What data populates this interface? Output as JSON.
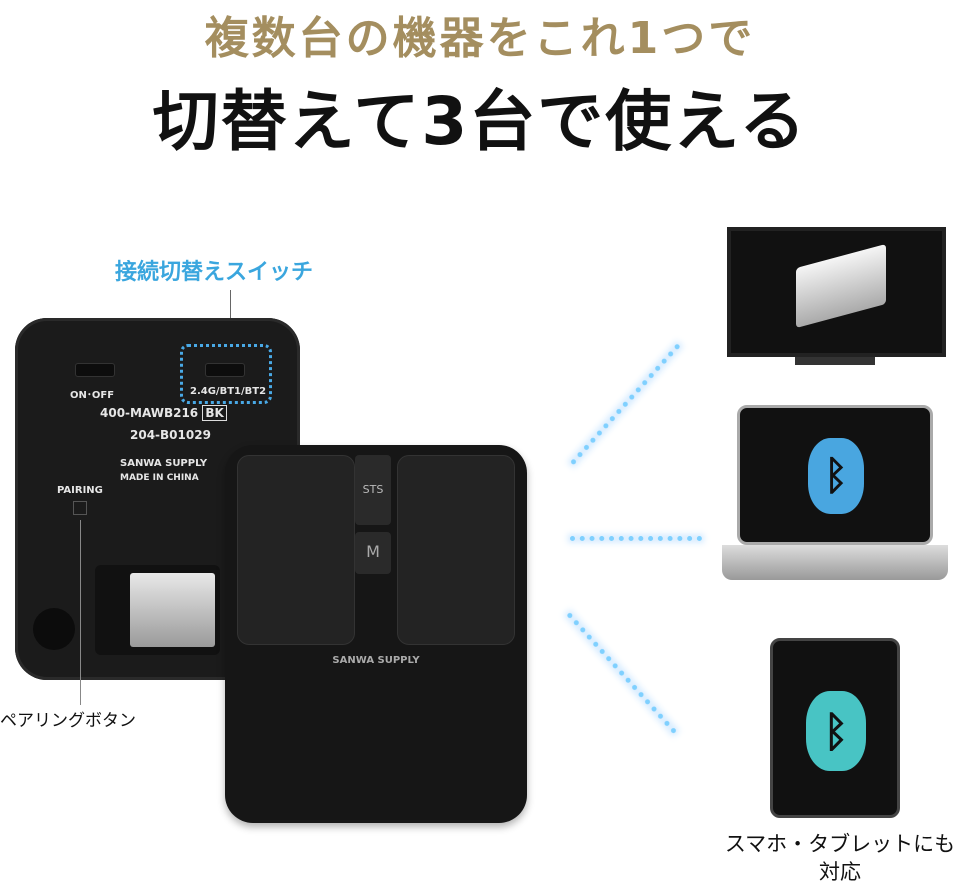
{
  "headline": {
    "line1": "複数台の機器をこれ1つで",
    "line2": "切替えて3台で使える"
  },
  "callouts": {
    "switch": "接続切替えスイッチ",
    "pairing_button": "ペアリングボタン",
    "devices": [
      "スマホ・タブレットにも",
      "対応"
    ]
  },
  "mouse_back": {
    "power": "ON･OFF",
    "mode": "2.4G/BT1/BT2",
    "model": "400-MAWB216",
    "color_code": "BK",
    "cert": "204-B01029",
    "brand": "SANWA SUPPLY",
    "origin": "MADE IN CHINA",
    "pairing": "PAIRING"
  },
  "mouse_front": {
    "sts": "STS",
    "m": "M",
    "brand": "SANWA SUPPLY"
  },
  "colors": {
    "gold": "#a48e5f",
    "accent_blue": "#3aa6de"
  }
}
